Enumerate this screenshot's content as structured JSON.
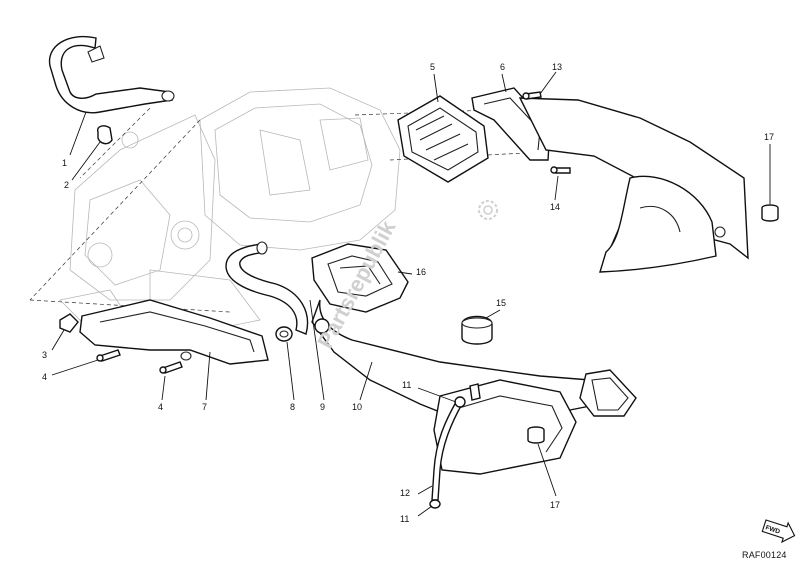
{
  "callouts": [
    {
      "id": "c1",
      "label": "1"
    },
    {
      "id": "c2",
      "label": "2"
    },
    {
      "id": "c3",
      "label": "3"
    },
    {
      "id": "c4a",
      "label": "4"
    },
    {
      "id": "c4b",
      "label": "4"
    },
    {
      "id": "c5",
      "label": "5"
    },
    {
      "id": "c6",
      "label": "6"
    },
    {
      "id": "c7",
      "label": "7"
    },
    {
      "id": "c8",
      "label": "8"
    },
    {
      "id": "c9",
      "label": "9"
    },
    {
      "id": "c10",
      "label": "10"
    },
    {
      "id": "c11a",
      "label": "11"
    },
    {
      "id": "c11b",
      "label": "11"
    },
    {
      "id": "c12",
      "label": "12"
    },
    {
      "id": "c13",
      "label": "13"
    },
    {
      "id": "c14",
      "label": "14"
    },
    {
      "id": "c15",
      "label": "15"
    },
    {
      "id": "c16",
      "label": "16"
    },
    {
      "id": "c17a",
      "label": "17"
    },
    {
      "id": "c17b",
      "label": "17"
    }
  ],
  "watermark": "Partsrepublik",
  "reference_code": "RAF00124",
  "fwd_label": "FWD",
  "icons": [
    "gear-icon",
    "fwd-arrow-icon"
  ]
}
